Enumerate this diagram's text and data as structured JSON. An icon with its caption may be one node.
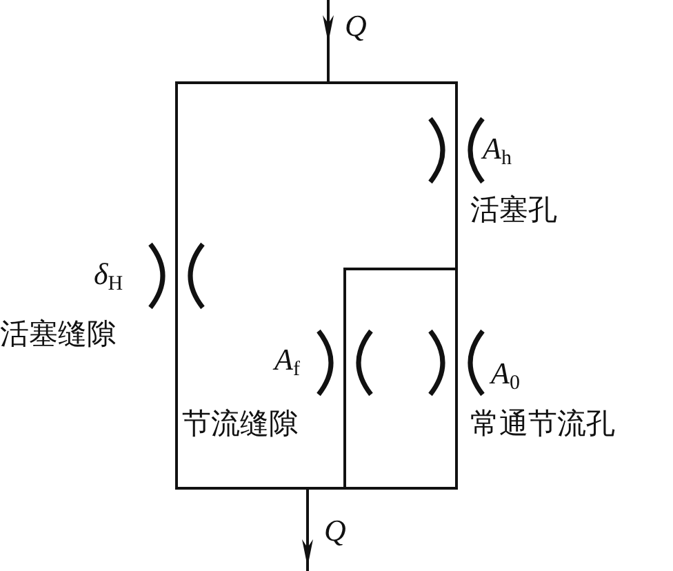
{
  "diagram": {
    "labels": [
      "Q",
      "*A*$_{h}$",
      "活塞孔",
      "*δ*$_{H}$",
      "活塞缝隙",
      "*A*$_{f}$",
      "节流缝隙",
      "*A*$_{0}$",
      "常通节流孔",
      "Q"
    ]
  }
}
